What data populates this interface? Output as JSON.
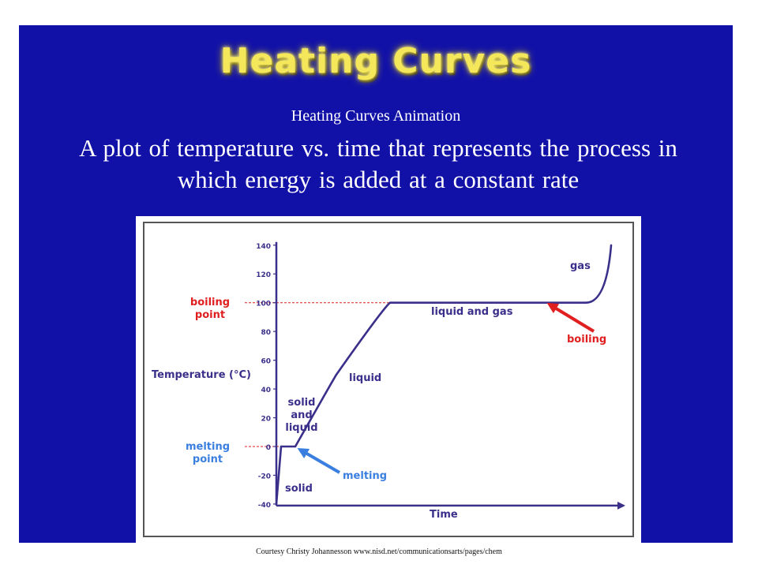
{
  "slide": {
    "title": "Heating Curves",
    "link_text": "Heating Curves Animation",
    "description": "A plot of temperature vs. time that represents the process in which energy is added at a constant rate",
    "credit": "Courtesy Christy Johannesson www.nisd.net/communicationsarts/pages/chem"
  },
  "colors": {
    "slide_background": "#1111a8",
    "title": "#f4e85a",
    "curve": "#3a2f8a",
    "red_label": "#e02020",
    "blue_label": "#3a7fe0"
  },
  "chart_data": {
    "type": "line",
    "xlabel": "Time",
    "ylabel": "Temperature (°C)",
    "ylim": [
      -40,
      140
    ],
    "yticks": [
      -40,
      -20,
      0,
      20,
      40,
      60,
      80,
      100,
      120,
      140
    ],
    "x_ticks_shown": false,
    "grid": false,
    "series": [
      {
        "x": [
          0,
          1.5,
          6,
          19,
          36,
          52,
          98,
          106
        ],
        "y": [
          -40,
          0,
          0,
          50,
          100,
          100,
          100,
          140
        ]
      }
    ],
    "reference_lines": [
      {
        "y": 100,
        "label": "boiling point",
        "style": "dashed-red"
      },
      {
        "y": 0,
        "label": "melting point",
        "style": "dashed-red"
      }
    ],
    "region_labels": [
      "solid",
      "solid and liquid",
      "liquid",
      "liquid and gas",
      "gas"
    ],
    "arrow_annotations": [
      {
        "label": "melting",
        "color": "blue",
        "points_to": "solid-liquid plateau"
      },
      {
        "label": "boiling",
        "color": "red",
        "points_to": "liquid-gas plateau"
      }
    ]
  }
}
